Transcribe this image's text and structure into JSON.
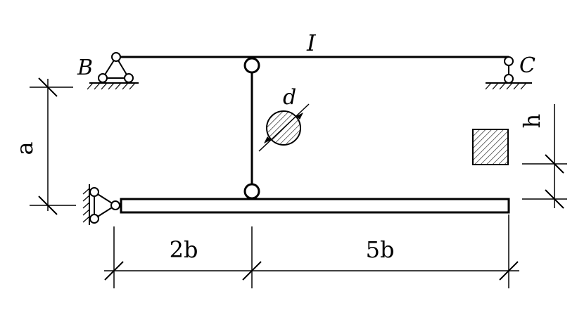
{
  "labels": {
    "upper_beam": "I",
    "support_left": "B",
    "support_right": "C",
    "rod_diameter": "d",
    "height_a": "a",
    "section_height": "h",
    "span_left": "2b",
    "span_right": "5b"
  },
  "colors": {
    "line": "#000000",
    "background": "#ffffff"
  }
}
